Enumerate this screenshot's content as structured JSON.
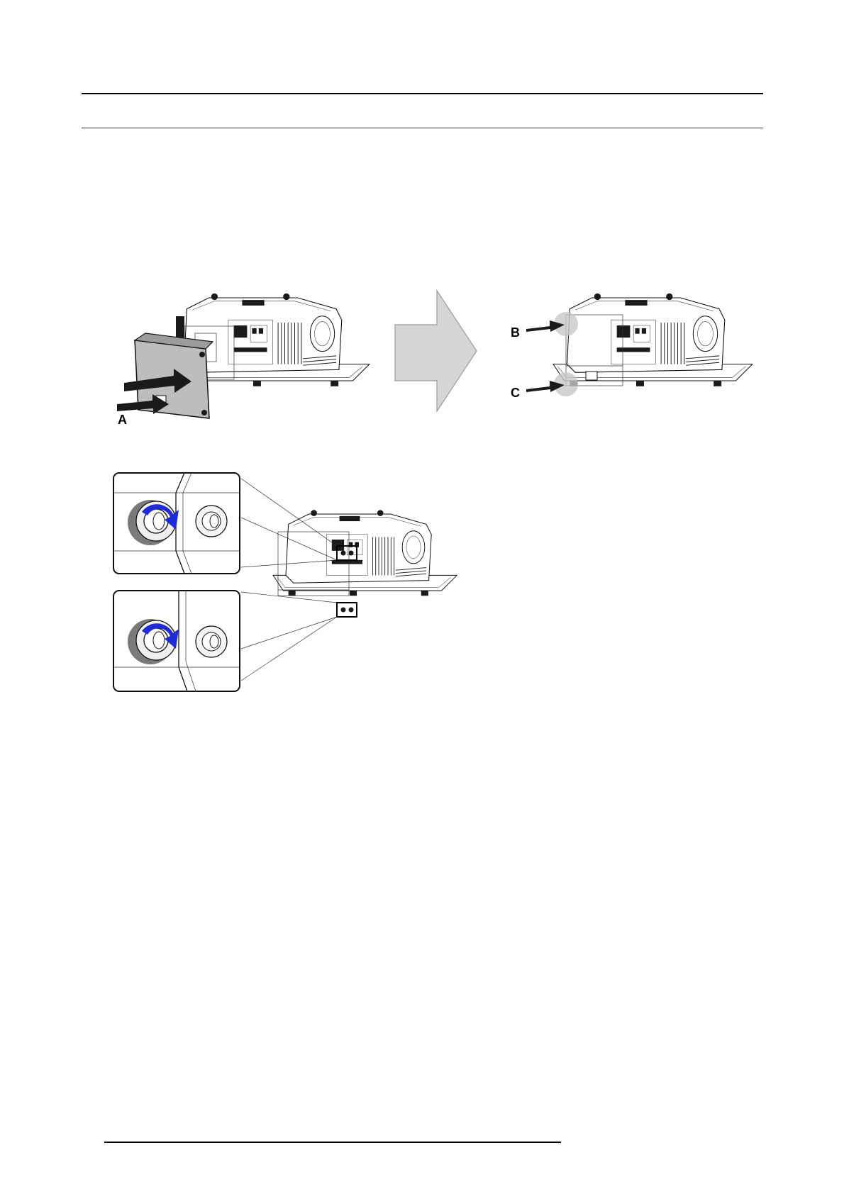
{
  "labels": {
    "callout_a": "A",
    "callout_b": "B",
    "callout_c": "C"
  },
  "colors": {
    "rotation_arrow": "#1f2bd6",
    "big_arrow_fill": "#d6d6d6",
    "cover_fill": "#bdbdbd",
    "highlight_circle": "#c8c8c8"
  },
  "icons": {
    "transition": "arrow-right-icon",
    "rotate": "rotate-clockwise-icon"
  }
}
